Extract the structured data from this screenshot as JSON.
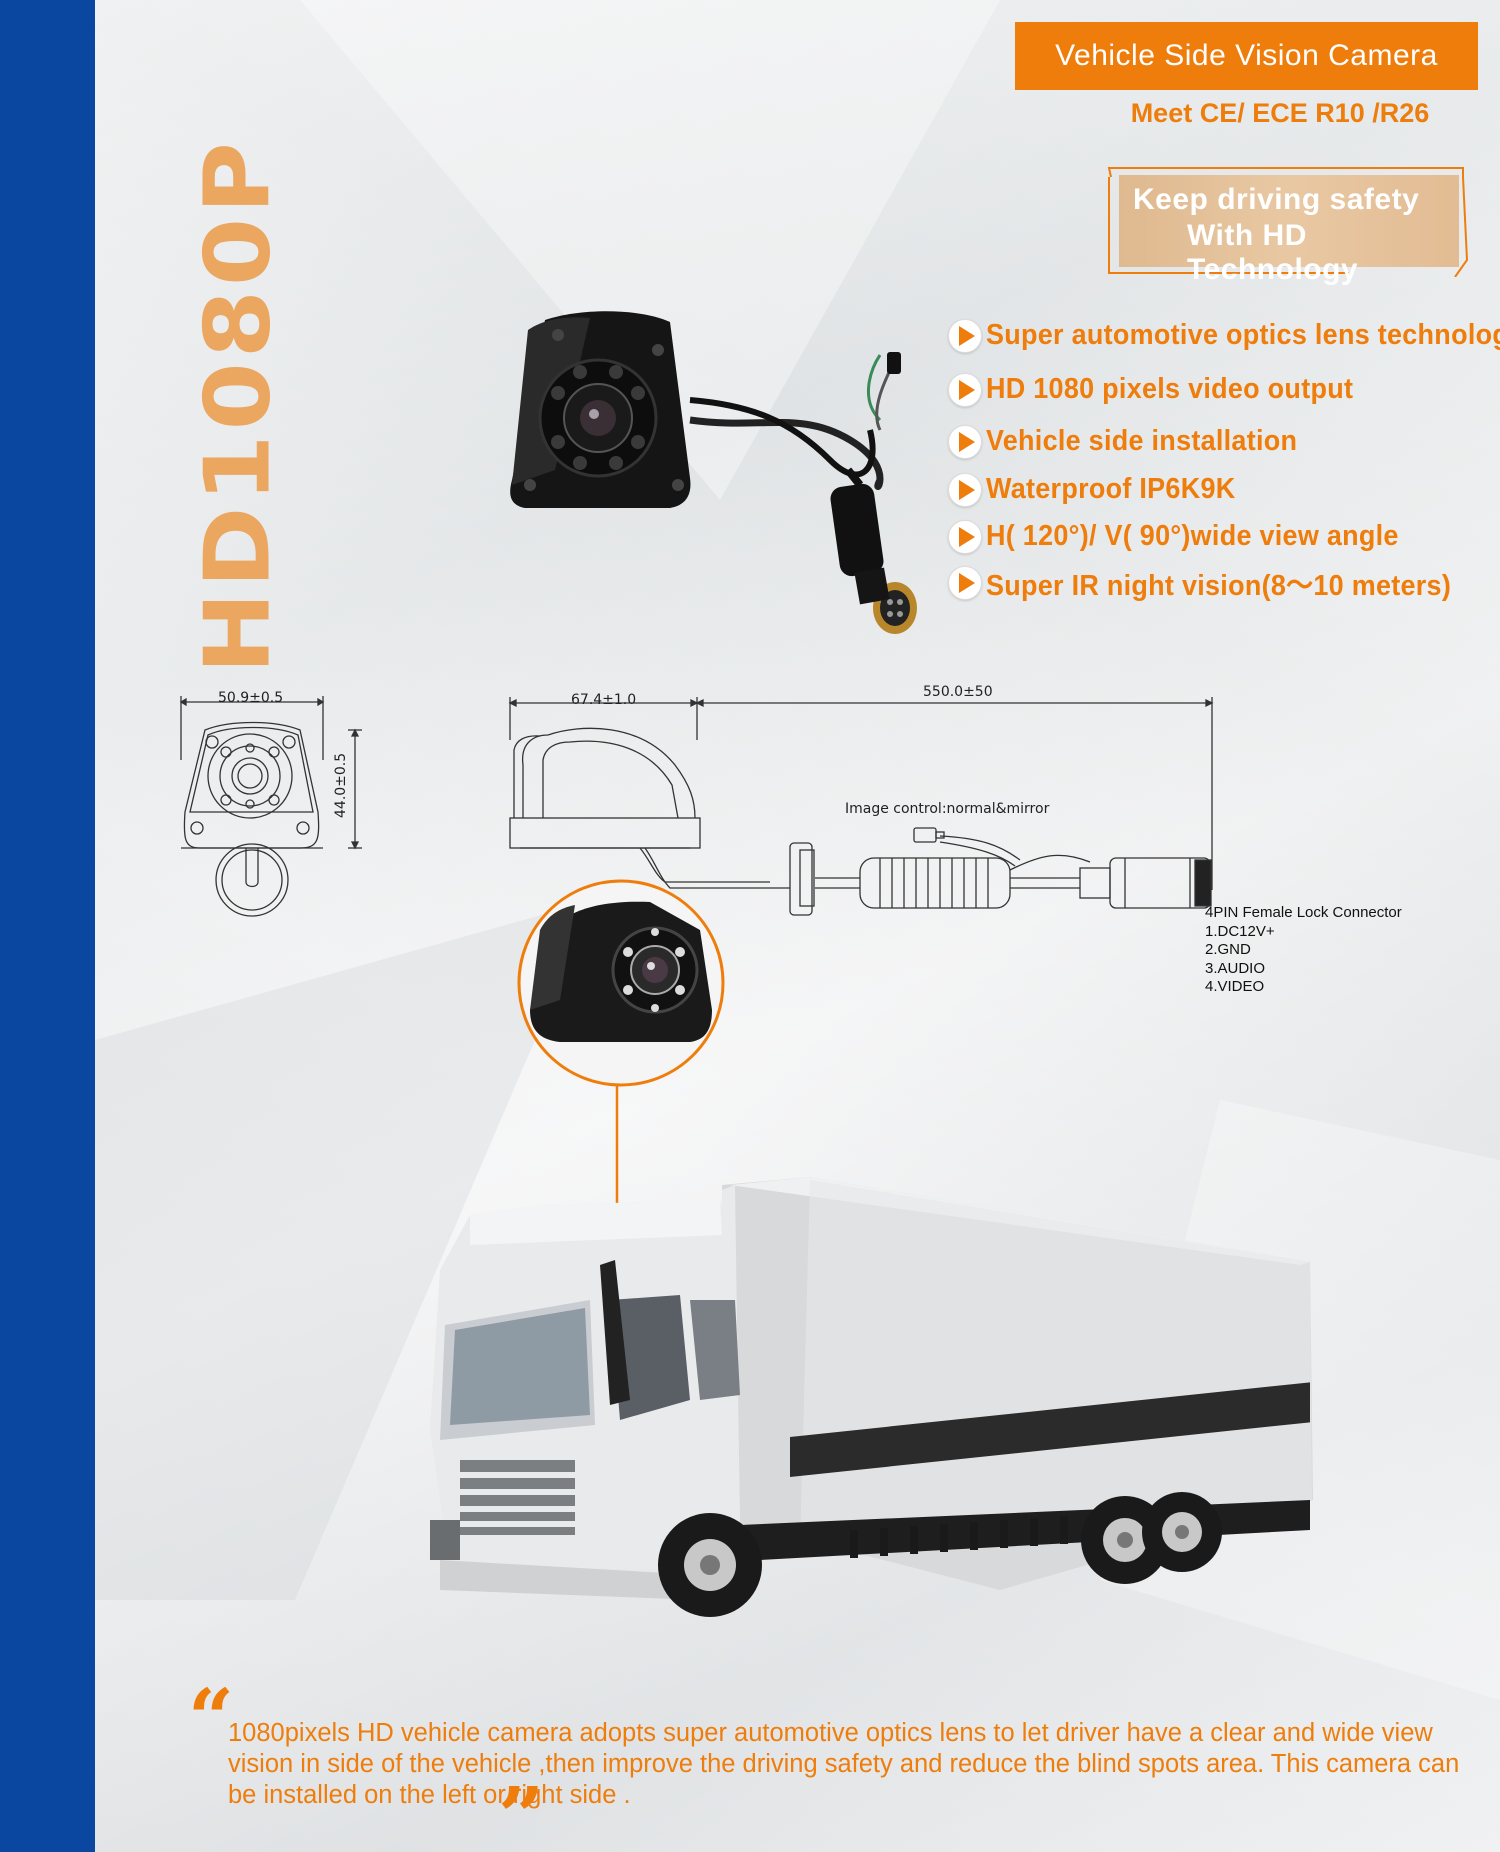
{
  "vertical_title": "HD1080P",
  "header": {
    "title": "Vehicle Side Vision Camera",
    "standard": "Meet CE/ ECE R10 /R26"
  },
  "slogan": {
    "line1": "Keep driving safety",
    "line2": "With HD Technology"
  },
  "features": [
    "Super automotive optics lens technology",
    "HD 1080 pixels video output",
    "Vehicle side installation",
    "Waterproof IP6K9K",
    "H(  120°)/ V( 90°)wide view angle",
    "Super IR night vision(8～10 meters)"
  ],
  "drawing": {
    "width_dim": "50.9±0.5",
    "height_dim": "44.0±0.5",
    "depth_dim": "67.4±1.0",
    "cable_dim": "550.0±50",
    "image_control": "Image control:normal&mirror",
    "connector_title": "4PIN Female Lock Connector",
    "pins": [
      "1.DC12V+",
      "2.GND",
      "3.AUDIO",
      "4.VIDEO"
    ]
  },
  "description": "1080pixels HD vehicle camera adopts super automotive optics lens to let driver have a clear and wide view vision in side of the vehicle ,then improve the driving safety and reduce the blind spots area. This camera can be installed on the left or right side .",
  "colors": {
    "accent": "#ee7d0c",
    "stripe": "#0a47a0",
    "vertical_title": "#eba65f"
  },
  "icons": [
    "play-bullet-icon",
    "camera-product-image",
    "truck-image",
    "quote-open-icon",
    "quote-close-icon"
  ]
}
